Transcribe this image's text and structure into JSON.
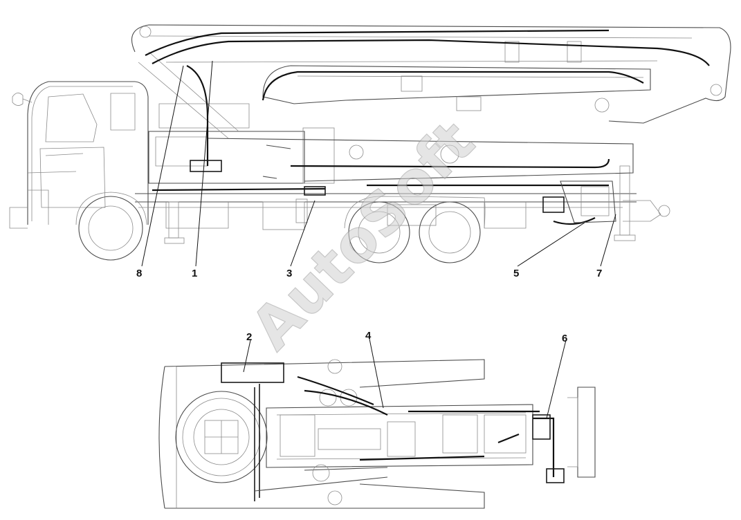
{
  "watermark": {
    "text": "AutoSoft",
    "color": "#d0d0d0"
  },
  "callouts": {
    "c1": "1",
    "c2": "2",
    "c3": "3",
    "c4": "4",
    "c5": "5",
    "c6": "6",
    "c7": "7",
    "c8": "8"
  },
  "views": {
    "side": {
      "icon": "concrete-pump-truck-side-elevation"
    },
    "plan": {
      "icon": "chassis-top-plan-view"
    }
  }
}
